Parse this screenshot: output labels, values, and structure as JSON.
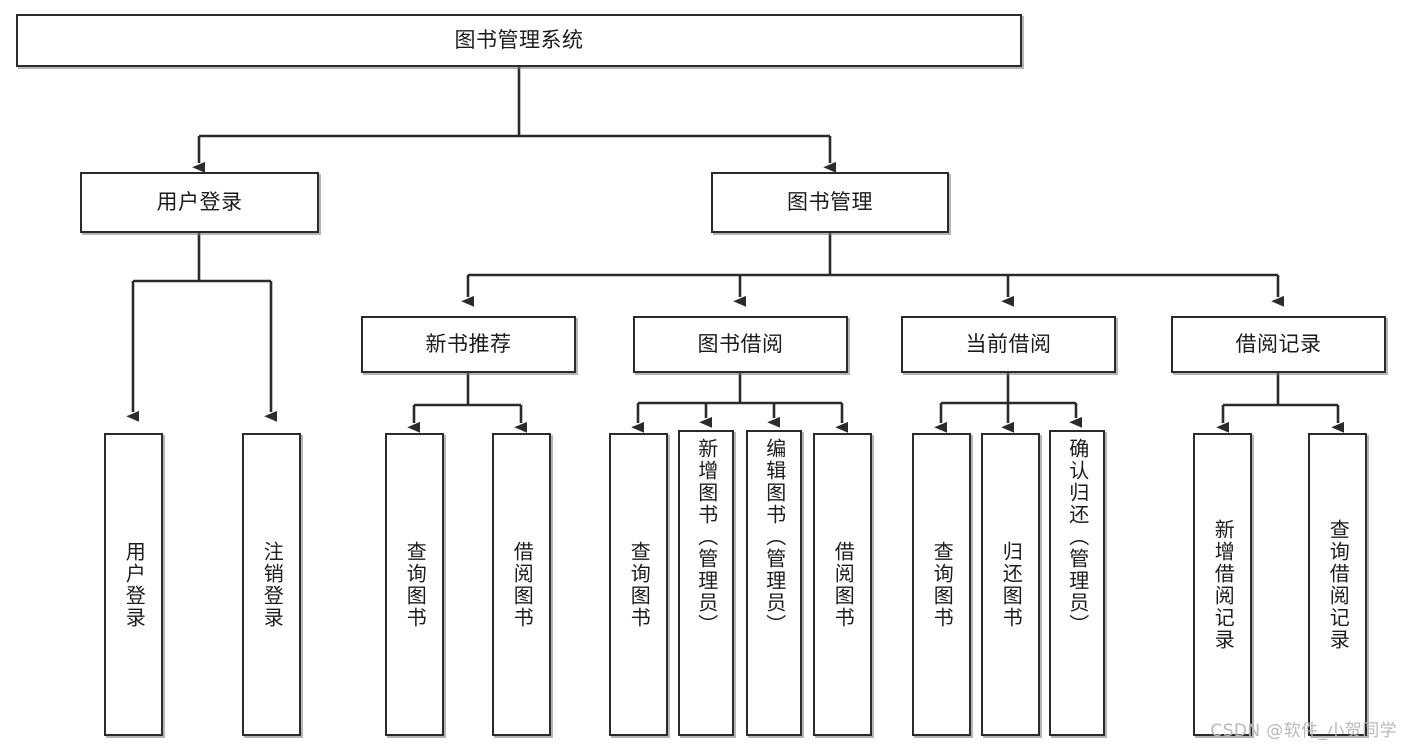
{
  "diagram": {
    "type": "tree",
    "title": "图书管理系统",
    "orientation": "top-down",
    "colors": {
      "box_border": "#2b2b2b",
      "box_fill": "#ffffff",
      "edge": "#2b2b2b",
      "text": "#1c1c1c",
      "watermark": "#b9b9b9"
    },
    "levels": 4
  },
  "nodes": {
    "root": {
      "label": "图书管理系统",
      "level": 0
    },
    "level1": [
      {
        "id": "user-login",
        "label": "用户登录",
        "level": 1
      },
      {
        "id": "book-manage",
        "label": "图书管理",
        "level": 1
      }
    ],
    "level2": [
      {
        "id": "new-book-recommend",
        "label": "新书推荐",
        "level": 2,
        "parent": "book-manage"
      },
      {
        "id": "book-borrow",
        "label": "图书借阅",
        "level": 2,
        "parent": "book-manage"
      },
      {
        "id": "current-borrow",
        "label": "当前借阅",
        "level": 2,
        "parent": "book-manage"
      },
      {
        "id": "borrow-record",
        "label": "借阅记录",
        "level": 2,
        "parent": "book-manage"
      }
    ],
    "leaves": [
      {
        "id": "leaf-user-login",
        "label": "用户登录",
        "parent": "user-login"
      },
      {
        "id": "leaf-logout-login",
        "label": "注销登录",
        "parent": "user-login"
      },
      {
        "id": "leaf-query-book-1",
        "label": "查询图书",
        "parent": "new-book-recommend"
      },
      {
        "id": "leaf-borrow-book-1",
        "label": "借阅图书",
        "parent": "new-book-recommend"
      },
      {
        "id": "leaf-query-book-2",
        "label": "查询图书",
        "parent": "book-borrow"
      },
      {
        "id": "leaf-add-book",
        "label": "新增图书（管理员）",
        "parent": "book-borrow"
      },
      {
        "id": "leaf-edit-book",
        "label": "编辑图书（管理员）",
        "parent": "book-borrow"
      },
      {
        "id": "leaf-borrow-book-2",
        "label": "借阅图书",
        "parent": "book-borrow"
      },
      {
        "id": "leaf-query-book-3",
        "label": "查询图书",
        "parent": "current-borrow"
      },
      {
        "id": "leaf-return-book",
        "label": "归还图书",
        "parent": "current-borrow"
      },
      {
        "id": "leaf-confirm-return",
        "label": "确认归还（管理员）",
        "parent": "current-borrow"
      },
      {
        "id": "leaf-add-record",
        "label": "新增借阅记录",
        "parent": "borrow-record"
      },
      {
        "id": "leaf-query-record",
        "label": "查询借阅记录",
        "parent": "borrow-record"
      }
    ]
  },
  "watermark": {
    "text": "CSDN @软件_小贺同学"
  }
}
